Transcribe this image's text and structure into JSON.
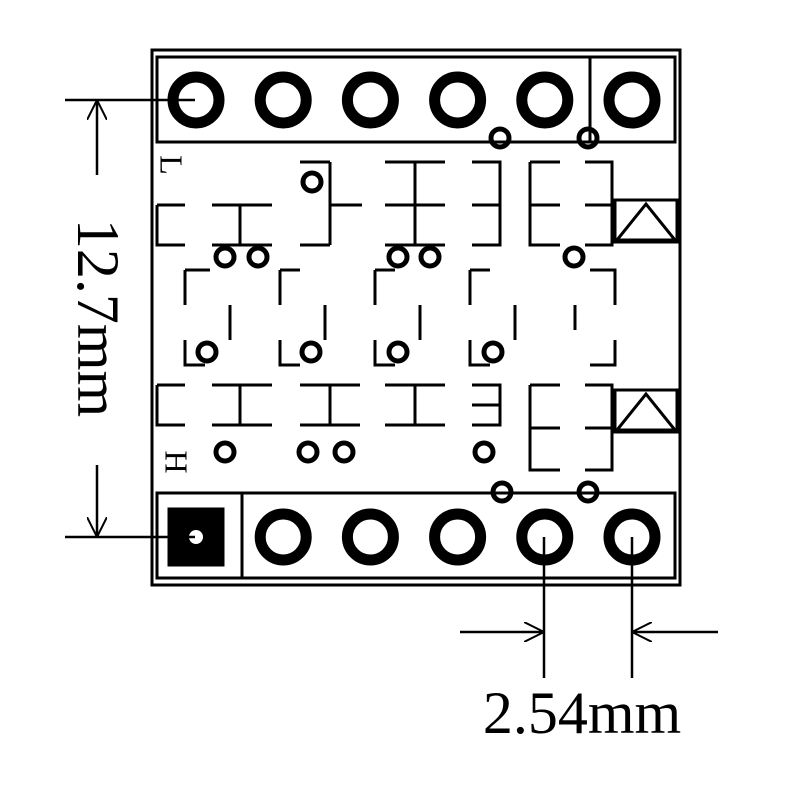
{
  "diagram": {
    "height_dimension_label": "12.7mm",
    "pitch_dimension_label": "2.54mm",
    "low_side_marker": "L",
    "high_side_marker": "H",
    "top_header_pin_count": 6,
    "bottom_header_pin_count": 6,
    "bottom_pin1_square_pad": true
  }
}
